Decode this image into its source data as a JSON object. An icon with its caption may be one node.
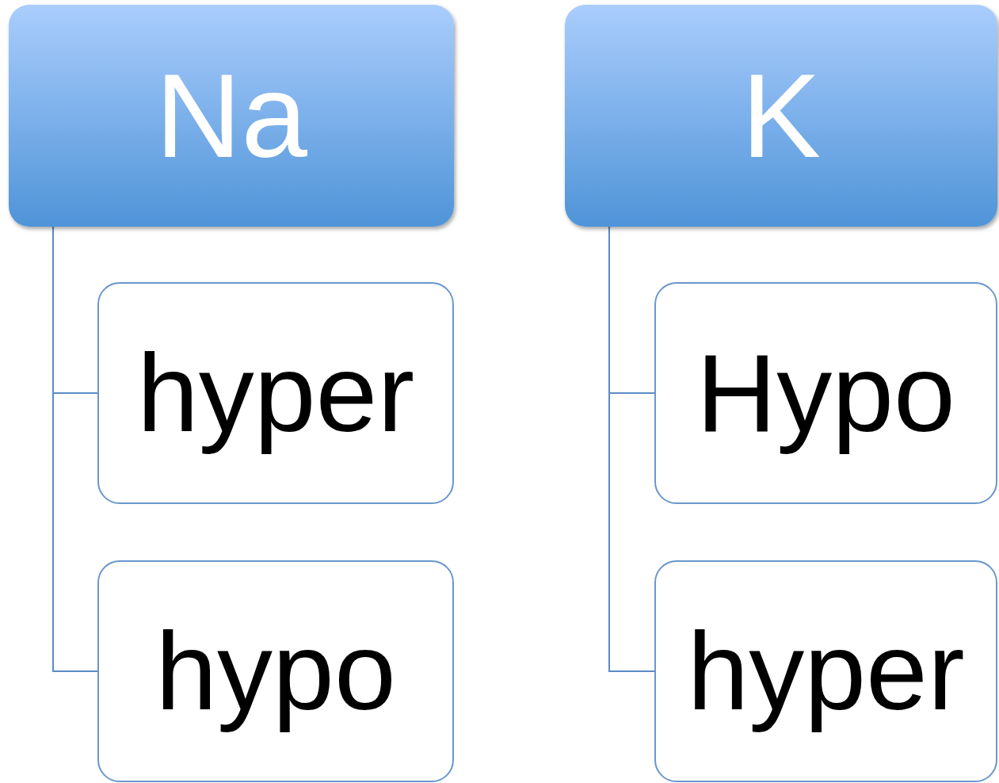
{
  "diagram": {
    "nodes": [
      {
        "text": [
          "Na"
        ]
      },
      {
        "text": [
          "hyper"
        ]
      },
      {
        "text": [
          "hypo"
        ]
      },
      {
        "text": [
          "K"
        ]
      },
      {
        "text": [
          "Hypo"
        ]
      },
      {
        "text": [
          "hyper"
        ]
      }
    ],
    "edges": [
      {
        "from": 0,
        "to": 1,
        "arrow": "none"
      },
      {
        "from": 0,
        "to": 2,
        "arrow": "none"
      },
      {
        "from": 3,
        "to": 4,
        "arrow": "none"
      },
      {
        "from": 3,
        "to": 5,
        "arrow": "none"
      }
    ]
  }
}
